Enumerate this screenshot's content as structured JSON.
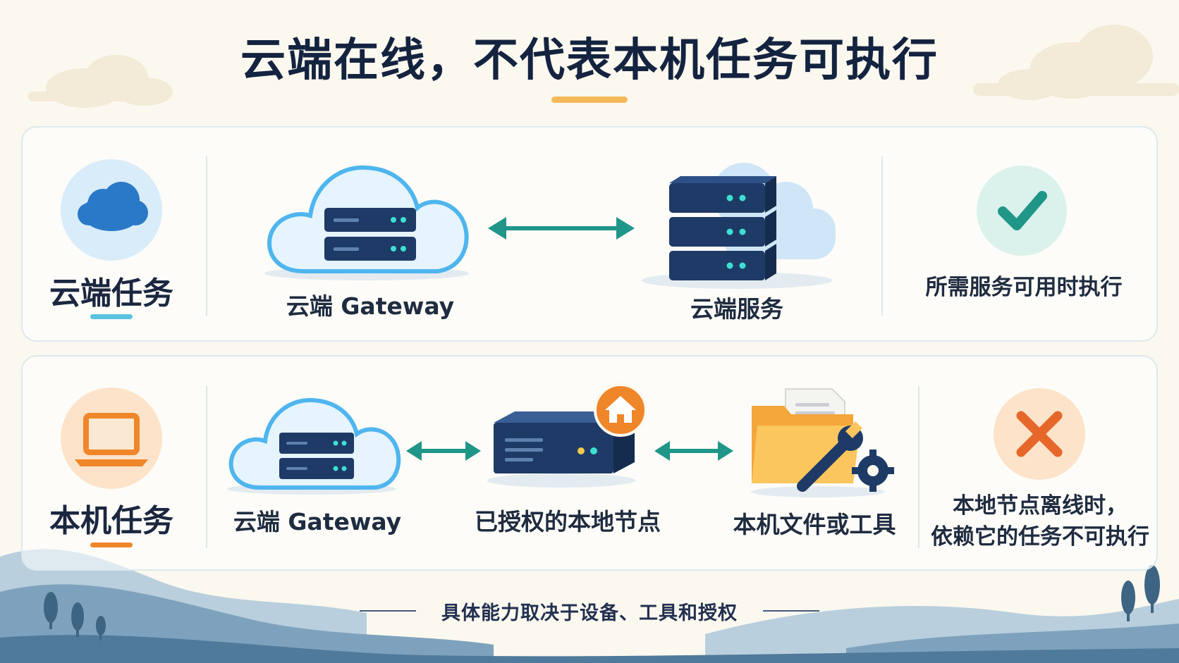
{
  "title": "云端在线，不代表本机任务可执行",
  "rows": [
    {
      "category": "云端任务",
      "nodes": [
        "云端 Gateway",
        "云端服务"
      ],
      "result": [
        "所需服务可用时执行"
      ],
      "result_status": "success"
    },
    {
      "category": "本机任务",
      "nodes": [
        "云端 Gateway",
        "已授权的本地节点",
        "本机文件或工具"
      ],
      "result": [
        "本地节点离线时，",
        "依赖它的任务不可执行"
      ],
      "result_status": "failure"
    }
  ],
  "footer": "具体能力取决于设备、工具和授权",
  "colors": {
    "accent_blue": "#2a79c7",
    "accent_orange": "#f0862a",
    "accent_teal": "#1f9688",
    "server_navy": "#1e3a66",
    "fail_red": "#e6672a",
    "title_bar": "#f4b95a"
  }
}
